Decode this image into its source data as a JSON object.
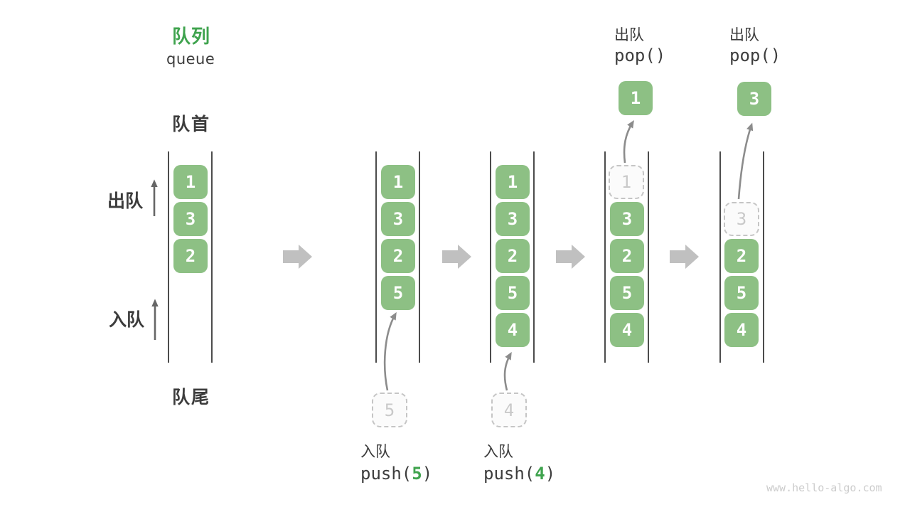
{
  "header": {
    "title_zh": "队列",
    "title_en": "queue"
  },
  "labels": {
    "front": "队首",
    "rear": "队尾",
    "dequeue_side": "出队",
    "enqueue_side": "入队"
  },
  "steps": [
    {
      "cells": [
        {
          "v": "1"
        },
        {
          "v": "3"
        },
        {
          "v": "2"
        }
      ]
    },
    {
      "cells": [
        {
          "v": "1"
        },
        {
          "v": "3"
        },
        {
          "v": "2"
        },
        {
          "v": "5"
        }
      ],
      "pending": "5",
      "op": {
        "label": "入队",
        "fn": "push(",
        "arg": "5",
        "close": ")"
      }
    },
    {
      "cells": [
        {
          "v": "1"
        },
        {
          "v": "3"
        },
        {
          "v": "2"
        },
        {
          "v": "5"
        },
        {
          "v": "4"
        }
      ],
      "pending": "4",
      "op": {
        "label": "入队",
        "fn": "push(",
        "arg": "4",
        "close": ")"
      }
    },
    {
      "cells": [
        {
          "v": "1",
          "ghost": true
        },
        {
          "v": "3"
        },
        {
          "v": "2"
        },
        {
          "v": "5"
        },
        {
          "v": "4"
        }
      ],
      "popped": "1",
      "op": {
        "label": "出队",
        "fn": "pop()"
      }
    },
    {
      "cells": [
        {
          "v": "3",
          "ghost": true
        },
        {
          "v": "2"
        },
        {
          "v": "5"
        },
        {
          "v": "4"
        }
      ],
      "popped": "3",
      "op": {
        "label": "出队",
        "fn": "pop()"
      }
    }
  ],
  "watermark": "www.hello-algo.com",
  "colors": {
    "accent_green": "#3fa34e",
    "box_green": "#8dc084",
    "box_text": "#ffffff",
    "text_dark": "#3c3c3c",
    "line_dark": "#4c4c4c",
    "flow_arrow_gray": "#c0c0c0",
    "thin_arrow_gray": "#8c8c8c",
    "side_arrow_gray": "#666666",
    "ghost_border": "#c5c5c5",
    "ghost_bg": "#fbfbfb",
    "ghost_text": "#c9c9c9",
    "watermark_gray": "#cccccc",
    "background": "#ffffff"
  }
}
